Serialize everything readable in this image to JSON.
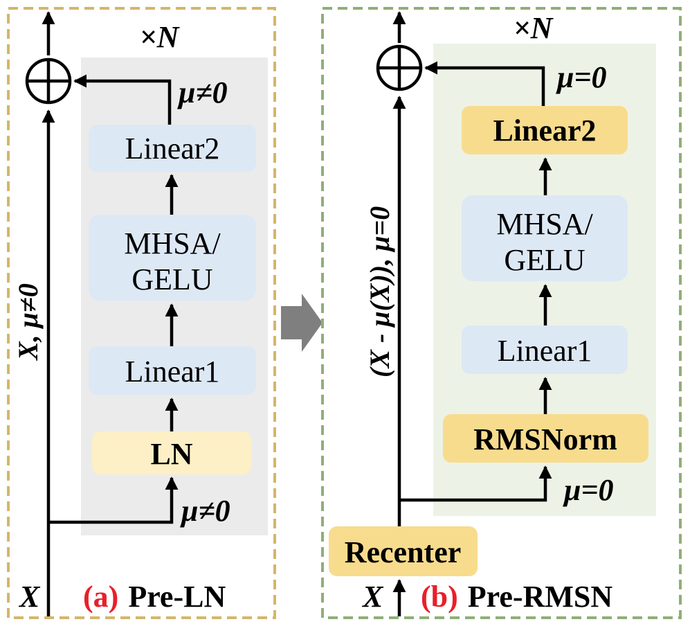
{
  "panel_a": {
    "repeat_label": "×N",
    "output_mu_label": "μ≠0",
    "residual_label": "X, μ≠0",
    "input_mu_label": "μ≠0",
    "input_label": "X",
    "caption_tag": "(a)",
    "caption_text": "Pre-LN",
    "blocks": {
      "linear2": "Linear2",
      "mhsa_line1": "MHSA/",
      "mhsa_line2": "GELU",
      "linear1": "Linear1",
      "norm": "LN"
    }
  },
  "transition_arrow": "right-arrow",
  "panel_b": {
    "repeat_label": "×N",
    "output_mu_label": "μ=0",
    "residual_label": "(X - μ(X)), μ=0",
    "input_mu_label": "μ=0",
    "input_label": "X",
    "recenter_label": "Recenter",
    "caption_tag": "(b)",
    "caption_text": "Pre-RMSN",
    "blocks": {
      "linear2": "Linear2",
      "mhsa_line1": "MHSA/",
      "mhsa_line2": "GELU",
      "linear1": "Linear1",
      "norm": "RMSNorm"
    }
  },
  "colors": {
    "panel_a_border": "#d4b66a",
    "panel_b_border": "#8fae78",
    "panel_a_fill": "#ebebeb",
    "panel_b_fill": "#edf2e6",
    "block_blue": "#dde8f5",
    "block_yellow_light": "#fdf0c6",
    "block_yellow": "#f8dc8d",
    "caption_red": "#e8202a",
    "transition_gray": "#7f7f7f"
  },
  "icons": [
    "plus-circle-icon",
    "arrow-head-icon",
    "right-arrow-icon"
  ]
}
